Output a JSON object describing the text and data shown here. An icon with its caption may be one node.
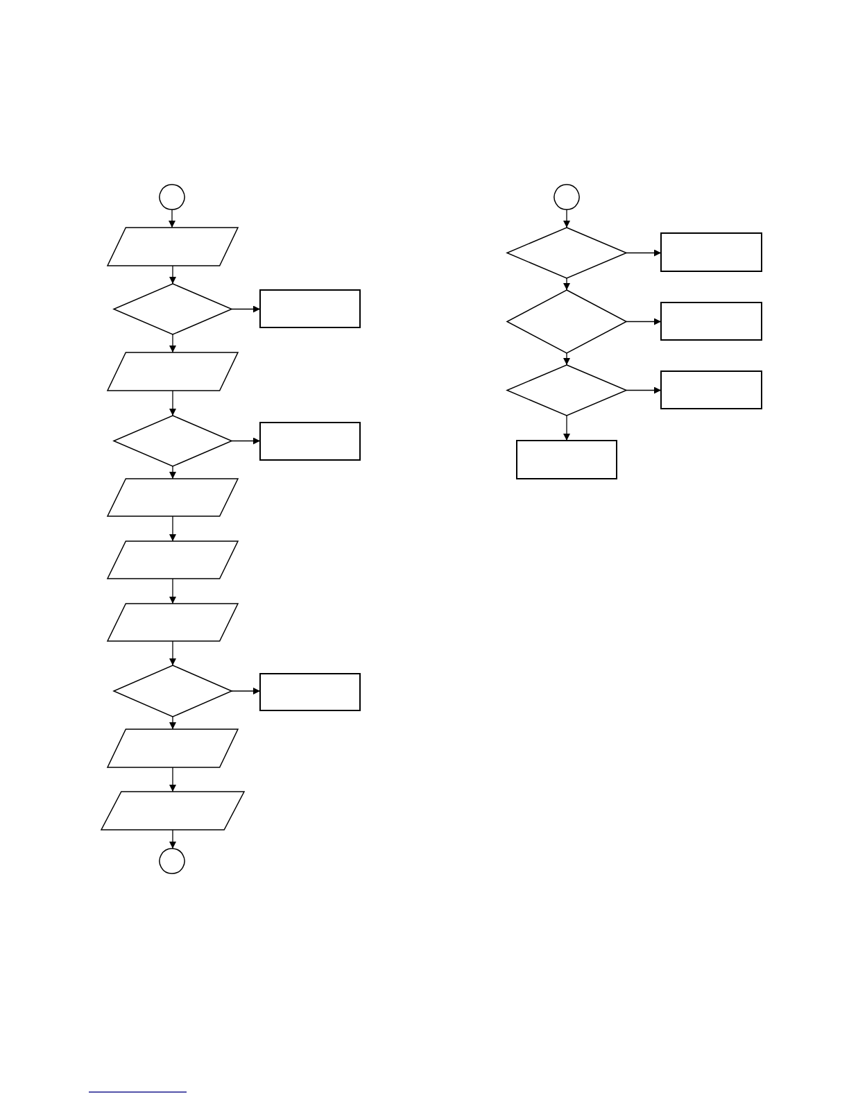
{
  "diagram": {
    "nodes": [
      {
        "text": [],
        "shape": "circle"
      },
      {
        "text": [],
        "shape": "parallelogram"
      },
      {
        "text": [],
        "shape": "diamond"
      },
      {
        "text": [],
        "shape": "box"
      },
      {
        "text": [],
        "shape": "parallelogram"
      },
      {
        "text": [],
        "shape": "diamond"
      },
      {
        "text": [],
        "shape": "box"
      },
      {
        "text": [],
        "shape": "parallelogram"
      },
      {
        "text": [],
        "shape": "parallelogram"
      },
      {
        "text": [],
        "shape": "parallelogram"
      },
      {
        "text": [],
        "shape": "diamond"
      },
      {
        "text": [],
        "shape": "box"
      },
      {
        "text": [],
        "shape": "parallelogram"
      },
      {
        "text": [],
        "shape": "parallelogram"
      },
      {
        "text": [],
        "shape": "circle"
      },
      {
        "text": [],
        "shape": "circle"
      },
      {
        "text": [],
        "shape": "diamond"
      },
      {
        "text": [],
        "shape": "box"
      },
      {
        "text": [],
        "shape": "diamond"
      },
      {
        "text": [],
        "shape": "box"
      },
      {
        "text": [],
        "shape": "diamond"
      },
      {
        "text": [],
        "shape": "box"
      },
      {
        "text": [],
        "shape": "box"
      }
    ],
    "edges": [
      {
        "from": 0,
        "to": 1,
        "arrow": "to"
      },
      {
        "from": 1,
        "to": 2,
        "arrow": "to"
      },
      {
        "from": 2,
        "to": 3,
        "arrow": "to"
      },
      {
        "from": 2,
        "to": 4,
        "arrow": "to"
      },
      {
        "from": 4,
        "to": 5,
        "arrow": "to"
      },
      {
        "from": 5,
        "to": 6,
        "arrow": "to"
      },
      {
        "from": 5,
        "to": 7,
        "arrow": "to"
      },
      {
        "from": 7,
        "to": 8,
        "arrow": "to"
      },
      {
        "from": 8,
        "to": 9,
        "arrow": "to"
      },
      {
        "from": 9,
        "to": 10,
        "arrow": "to"
      },
      {
        "from": 10,
        "to": 11,
        "arrow": "to"
      },
      {
        "from": 10,
        "to": 12,
        "arrow": "to"
      },
      {
        "from": 12,
        "to": 13,
        "arrow": "to"
      },
      {
        "from": 13,
        "to": 14,
        "arrow": "to"
      },
      {
        "from": 15,
        "to": 16,
        "arrow": "to"
      },
      {
        "from": 16,
        "to": 17,
        "arrow": "to"
      },
      {
        "from": 16,
        "to": 18,
        "arrow": "to"
      },
      {
        "from": 18,
        "to": 19,
        "arrow": "to"
      },
      {
        "from": 18,
        "to": 20,
        "arrow": "to"
      },
      {
        "from": 20,
        "to": 21,
        "arrow": "to"
      },
      {
        "from": 20,
        "to": 22,
        "arrow": "to"
      }
    ]
  }
}
